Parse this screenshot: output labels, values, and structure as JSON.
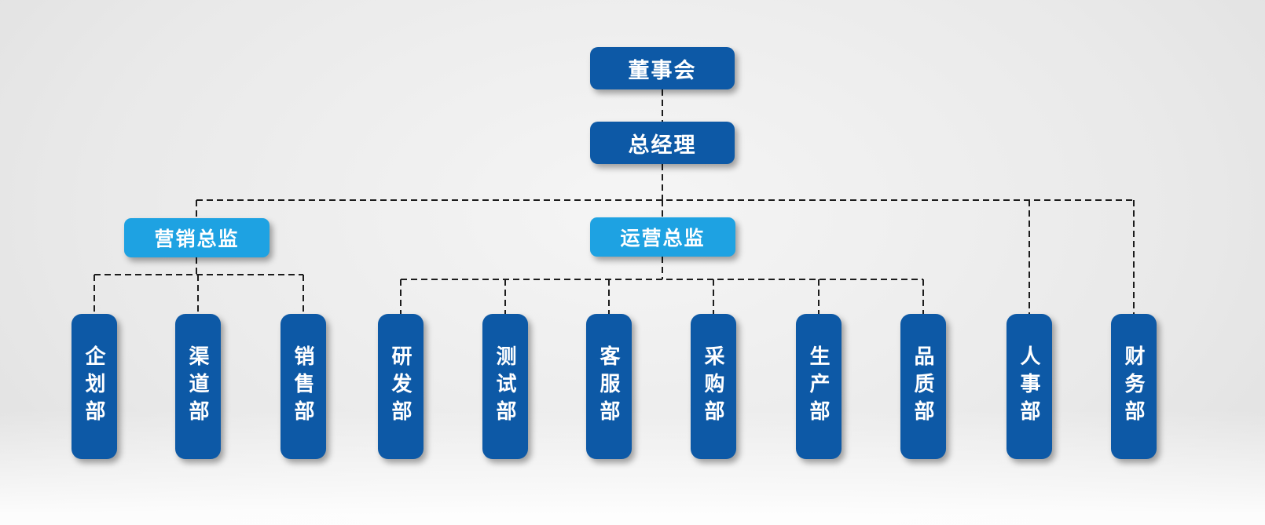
{
  "org_chart": {
    "board": {
      "label": "董事会"
    },
    "general_manager": {
      "label": "总经理"
    },
    "directors": [
      {
        "label": "营销总监",
        "reports_to": "总经理"
      },
      {
        "label": "运营总监",
        "reports_to": "总经理"
      }
    ],
    "departments": [
      {
        "label": "企划部",
        "reports_to": "营销总监"
      },
      {
        "label": "渠道部",
        "reports_to": "营销总监"
      },
      {
        "label": "销售部",
        "reports_to": "营销总监"
      },
      {
        "label": "研发部",
        "reports_to": "运营总监"
      },
      {
        "label": "测试部",
        "reports_to": "运营总监"
      },
      {
        "label": "客服部",
        "reports_to": "运营总监"
      },
      {
        "label": "采购部",
        "reports_to": "运营总监"
      },
      {
        "label": "生产部",
        "reports_to": "运营总监"
      },
      {
        "label": "品质部",
        "reports_to": "运营总监"
      },
      {
        "label": "人事部",
        "reports_to": "总经理"
      },
      {
        "label": "财务部",
        "reports_to": "总经理"
      }
    ],
    "colors": {
      "node_dark": "#0d59a6",
      "node_light": "#1ea2e2",
      "connector": "#1c1c1c",
      "node_text": "#ffffff"
    }
  }
}
